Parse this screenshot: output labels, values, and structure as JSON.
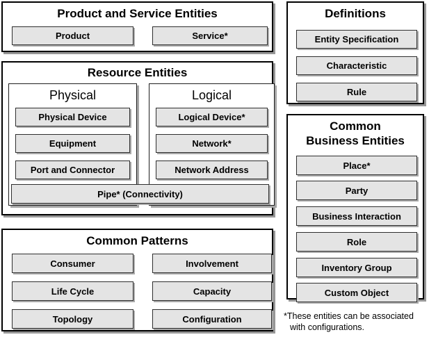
{
  "colors": {
    "background": "#ffffff",
    "box_fill": "#ffffff",
    "box_border": "#000000",
    "item_fill": "#e4e4e4",
    "item_border": "#2e2e2e",
    "shadow": "#979797"
  },
  "product_service": {
    "title": "Product and Service Entities",
    "items": [
      "Product",
      "Service*"
    ]
  },
  "resource": {
    "title": "Resource Entities",
    "physical": {
      "title": "Physical",
      "items": [
        "Physical Device",
        "Equipment",
        "Port and Connector"
      ]
    },
    "logical": {
      "title": "Logical",
      "items": [
        "Logical Device*",
        "Network*",
        "Network Address"
      ]
    },
    "pipe": "Pipe* (Connectivity)"
  },
  "common_patterns": {
    "title": "Common Patterns",
    "left": [
      "Consumer",
      "Life Cycle",
      "Topology"
    ],
    "right": [
      "Involvement",
      "Capacity",
      "Configuration"
    ]
  },
  "definitions": {
    "title": "Definitions",
    "items": [
      "Entity Specification",
      "Characteristic",
      "Rule"
    ]
  },
  "common_business": {
    "title_line1": "Common",
    "title_line2": "Business Entities",
    "items": [
      "Place*",
      "Party",
      "Business Interaction",
      "Role",
      "Inventory Group",
      "Custom Object"
    ]
  },
  "footnote": {
    "line1": "*These entities can be associated",
    "line2": "with configurations."
  }
}
